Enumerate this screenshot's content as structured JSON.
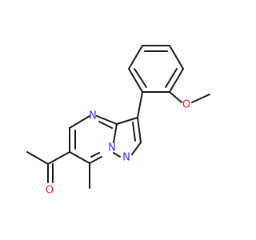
{
  "molecule": {
    "atoms": [
      {
        "id": "N_ring_top",
        "element": "N",
        "label": "N"
      },
      {
        "id": "N_bridge",
        "element": "N",
        "label": "N"
      },
      {
        "id": "N_pyrazole",
        "element": "N",
        "label": "N"
      },
      {
        "id": "O_methoxy",
        "element": "O",
        "label": "O"
      },
      {
        "id": "O_carbonyl",
        "element": "O",
        "label": "O"
      }
    ]
  },
  "colors": {
    "nitrogen": "#3333ff",
    "oxygen": "#ff1a1a",
    "bond": "#1a1a1a",
    "background": "#ffffff"
  }
}
